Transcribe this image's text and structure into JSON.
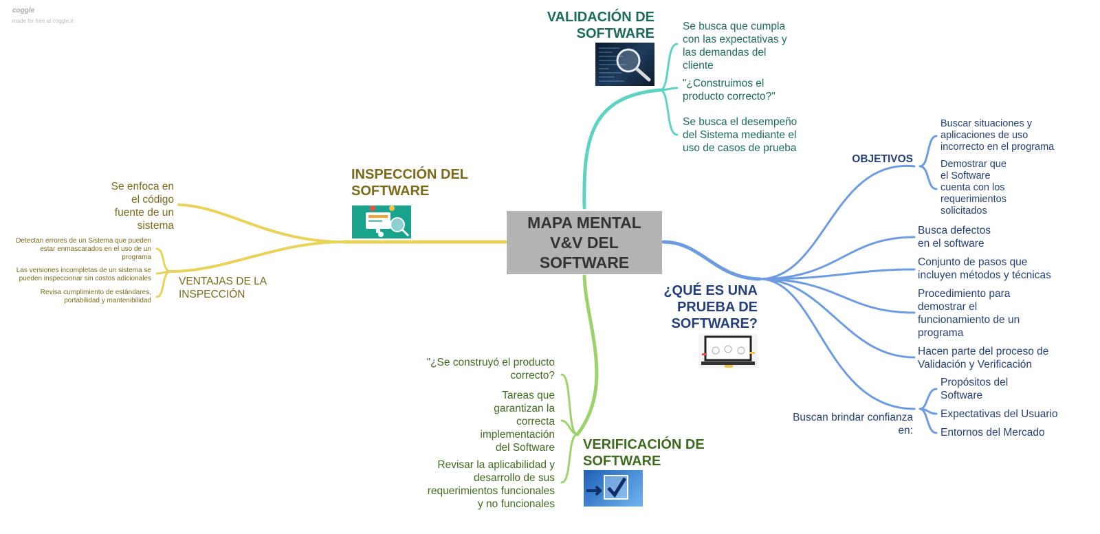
{
  "brand": {
    "logo": "coggle",
    "tagline": "made for free at coggle.it"
  },
  "center": {
    "title": "MAPA MENTAL\nV&V DEL\nSOFTWARE"
  },
  "colors": {
    "teal": "#5fd3c3",
    "green": "#9bd36a",
    "yellow": "#e8d25a",
    "blue": "#6d9be0"
  },
  "validacion": {
    "title": "VALIDACIÓN DE\nSOFTWARE",
    "items": [
      "Se busca que cumpla\ncon las expectativas y\nlas demandas del\ncliente",
      "\"¿Construimos el\nproducto correcto?\"",
      "Se busca el desempeño\ndel Sistema mediante el\nuso de casos de prueba"
    ]
  },
  "inspeccion": {
    "title": "INSPECCIÓN DEL\nSOFTWARE",
    "focus": "Se enfoca en\nel código\nfuente de un\nsistema",
    "ventajas_title": "VENTAJAS DE LA\nINSPECCIÓN",
    "ventajas": [
      "Detectan errores de un Sistema que pueden\nestar enmascarados en el uso de un\nprograma",
      "Las versiones incompletas de un sistema se\npueden inspeccionar sin costos adicionales",
      "Revisa cumplimiento de estándares,\nportabilidad y mantenibilidad"
    ]
  },
  "prueba": {
    "title": "¿QUÉ ES UNA\nPRUEBA DE\nSOFTWARE?",
    "objetivos_title": "OBJETIVOS",
    "objetivos": [
      "Buscar situaciones y\naplicaciones de uso\nincorrecto en el programa",
      "Demostrar que\nel Software\ncuenta con los\nrequerimientos\nsolicitados"
    ],
    "items": [
      "Busca defectos\nen el software",
      "Conjunto de pasos que\nincluyen métodos y técnicas",
      "Procedimiento para\ndemostrar el\nfuncionamiento de un\nprograma",
      "Hacen parte del proceso de\nValidación y Verificación"
    ],
    "confianza_title": "Buscan brindar confianza\nen:",
    "confianza": [
      "Propósitos del\nSoftware",
      "Expectativas del Usuario",
      "Entornos del Mercado"
    ]
  },
  "verificacion": {
    "title": "VERIFICACIÓN DE\nSOFTWARE",
    "items": [
      "\"¿Se construyó el producto\ncorrecto?",
      "Tareas que\ngarantizan la\ncorrecta\nimplementación\ndel Software",
      "Revisar la aplicabilidad y\ndesarrollo de sus\nrequerimientos funcionales\ny no funcionales"
    ]
  }
}
